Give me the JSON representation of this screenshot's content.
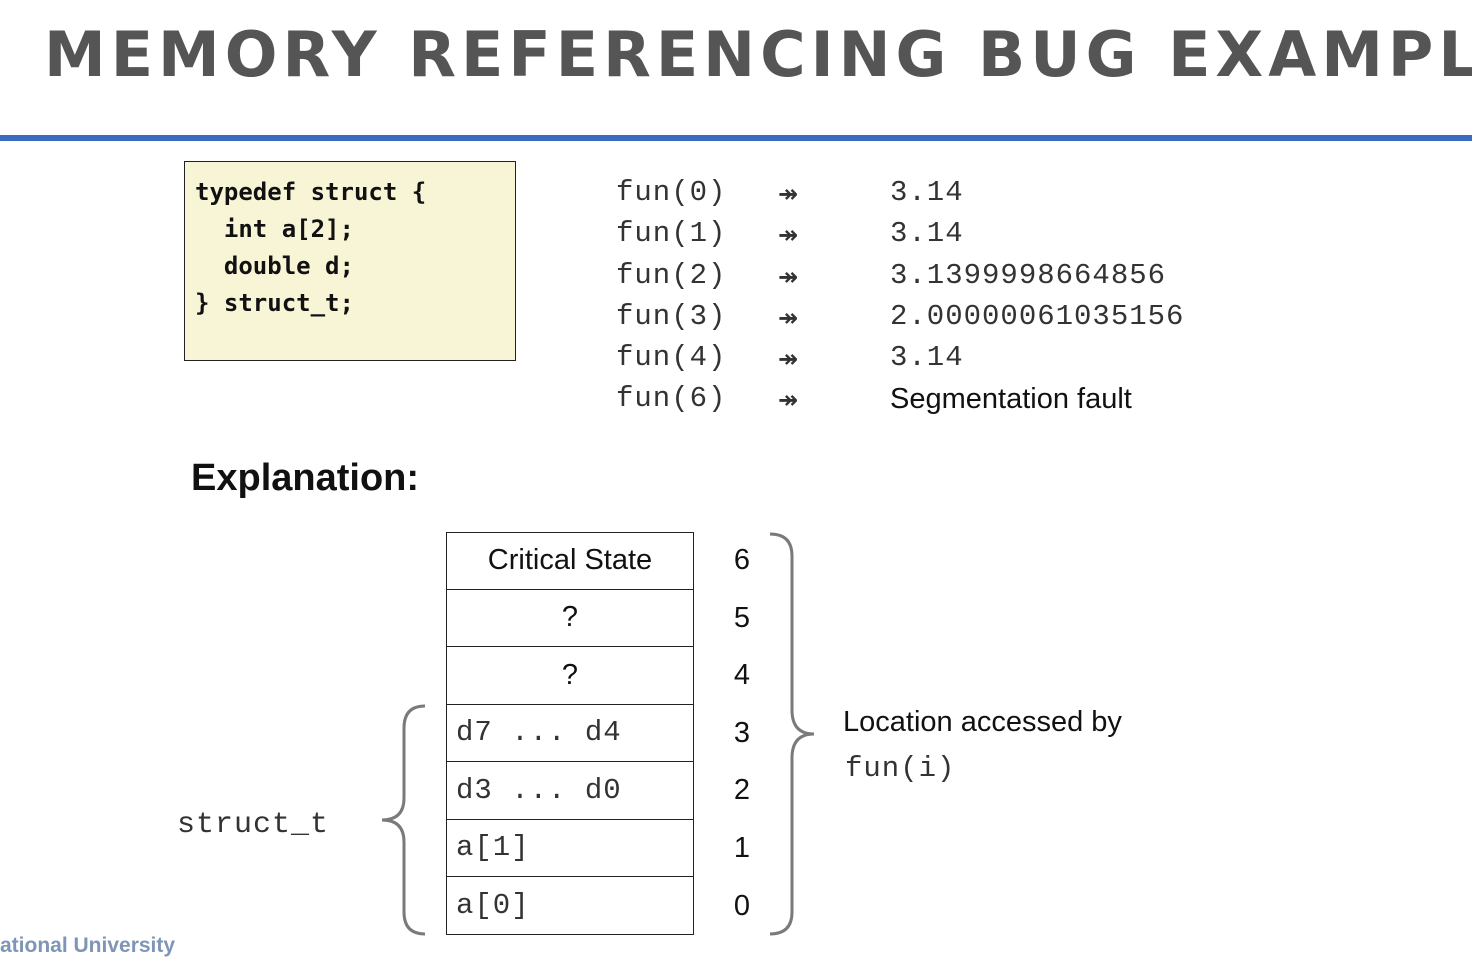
{
  "title": "MEMORY REFERENCING BUG EXAMPLE",
  "accent_color": "#3a6bbf",
  "code_lines": [
    "typedef struct {",
    "  int a[2];",
    "  double d;",
    "} struct_t;"
  ],
  "results": [
    {
      "call": "fun(0)",
      "value": "3.14"
    },
    {
      "call": "fun(1)",
      "value": "3.14"
    },
    {
      "call": "fun(2)",
      "value": "3.1399998664856"
    },
    {
      "call": "fun(3)",
      "value": "2.00000061035156"
    },
    {
      "call": "fun(4)",
      "value": "3.14"
    },
    {
      "call": "fun(6)",
      "value": "Segmentation fault"
    }
  ],
  "arrow_icon": "leads-to-icon",
  "explanation_heading": "Explanation:",
  "memory_cells": [
    {
      "label": "Critical State",
      "index": "6"
    },
    {
      "label": "?",
      "index": "5"
    },
    {
      "label": "?",
      "index": "4"
    },
    {
      "label": "d7 ... d4",
      "index": "3"
    },
    {
      "label": "d3 ... d0",
      "index": "2"
    },
    {
      "label": "a[1]",
      "index": "1"
    },
    {
      "label": "a[0]",
      "index": "0"
    }
  ],
  "access_label": "Location accessed by",
  "access_expr": "fun(i)",
  "struct_label": "struct_t",
  "footer_text": "ational University"
}
